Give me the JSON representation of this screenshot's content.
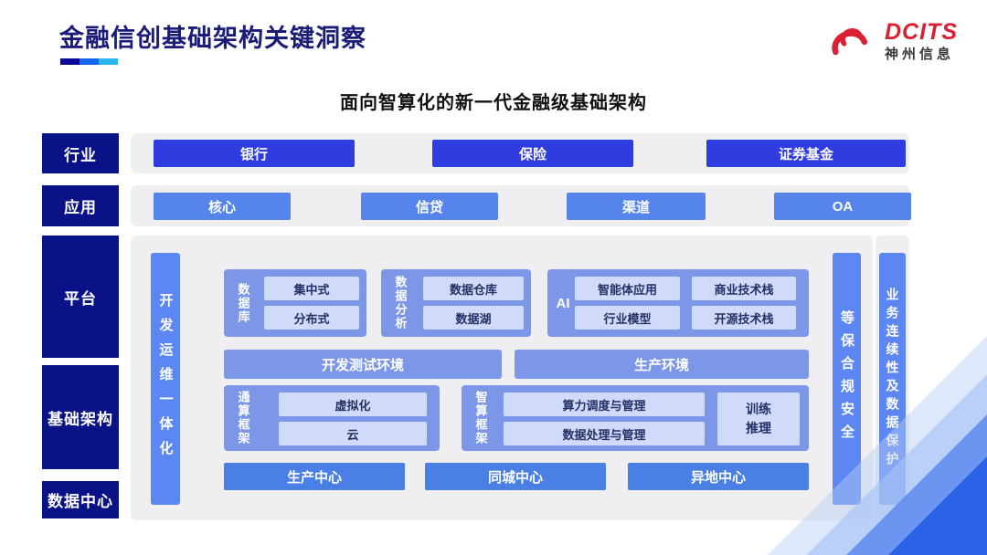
{
  "header": {
    "title": "金融信创基础架构关键洞察",
    "logo": {
      "brand": "DCITS",
      "company": "神州信息"
    }
  },
  "subtitle": "面向智算化的新一代金融级基础架构",
  "rows": {
    "industry": {
      "label": "行业",
      "items": [
        "银行",
        "保险",
        "证券基金"
      ]
    },
    "application": {
      "label": "应用",
      "items": [
        "核心",
        "信贷",
        "渠道",
        "OA"
      ]
    }
  },
  "left_labels": {
    "platform": "平台",
    "infrastructure": "基础架构",
    "datacenter": "数据中心"
  },
  "platform_section": {
    "devops_bar": "开发运维一体化",
    "groups": {
      "database": {
        "label": "数据库",
        "items": [
          "集中式",
          "分布式"
        ]
      },
      "analytics": {
        "label": "数据分析",
        "items": [
          "数据仓库",
          "数据湖"
        ]
      },
      "ai": {
        "label": "AI",
        "items": [
          "智能体应用",
          "商业技术栈",
          "行业模型",
          "开源技术栈"
        ]
      },
      "general_compute": {
        "label": "通算框架",
        "items": [
          "虚拟化",
          "云"
        ]
      },
      "ai_compute": {
        "label": "智算框架",
        "items": [
          "算力调度与管理",
          "数据处理与管理"
        ],
        "side": "训练\n推理"
      }
    },
    "env_bars": [
      "开发测试环境",
      "生产环境"
    ],
    "centers": [
      "生产中心",
      "同城中心",
      "异地中心"
    ],
    "security_bar": "等保合规安全",
    "continuity_bar": "业务连续性及数据保护"
  },
  "colors": {
    "brand_red": "#da2032",
    "title_navy": "#1b1c78",
    "label_navy": "#0a1288",
    "industry_blue": "#2e3ce0",
    "app_blue": "#5584ea",
    "group_periwinkle": "#7d97e8",
    "vertical_bar_blue": "#5c87f2",
    "center_blue": "#4a7fe6",
    "inner_light_blue": "#cfdbf8",
    "panel_gray": "#efeff1"
  }
}
